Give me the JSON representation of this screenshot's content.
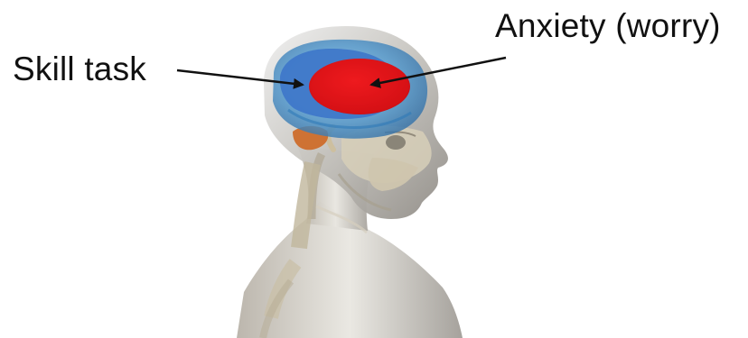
{
  "labels": {
    "skill_task": "Skill task",
    "anxiety": "Anxiety (worry)"
  },
  "regions": [
    {
      "name": "skill-task-region",
      "color": "#3f78c9"
    },
    {
      "name": "anxiety-region",
      "color": "#d90d12"
    }
  ],
  "colors": {
    "text": "#111111",
    "arrow": "#111111",
    "brain_outline": "#3f88c8",
    "skin": "#c8c2b8",
    "bone": "#d6ccb1",
    "cerebellum": "#cd6d2b"
  }
}
